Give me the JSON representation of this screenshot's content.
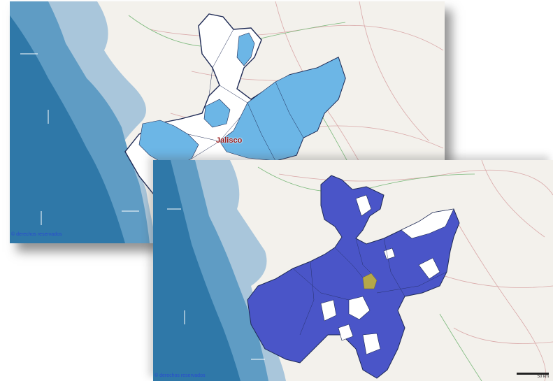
{
  "top_map": {
    "state_label": "Jalisco",
    "copyright": "© derechos reservados",
    "fill_color": "#6cb6e6"
  },
  "bottom_map": {
    "copyright": "© derechos reservados",
    "scale_label": "50 km",
    "fill_color": "#4a55c8",
    "highlight_color": "#b5a84a"
  },
  "colors": {
    "ocean_deep": "#2f78a8",
    "ocean_mid": "#5f9cc4",
    "ocean_shelf": "#a9c6db",
    "land": "#f3f1ec",
    "border": "#1e2a55"
  }
}
